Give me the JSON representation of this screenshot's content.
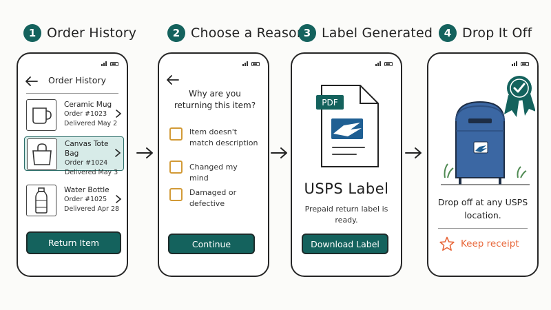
{
  "steps": [
    {
      "number": "1",
      "title": "Order History"
    },
    {
      "number": "2",
      "title": "Choose a Reason"
    },
    {
      "number": "3",
      "title": "Label Generated"
    },
    {
      "number": "4",
      "title": "Drop It Off"
    }
  ],
  "screen1": {
    "header": "Order History",
    "items": [
      {
        "name": "Ceramic Mug",
        "order": "Order #1023",
        "delivered": "Delivered May 2",
        "icon": "mug-icon",
        "selected": false
      },
      {
        "name": "Canvas Tote Bag",
        "order": "Order #1024",
        "delivered": "Delivered May 3",
        "icon": "tote-bag-icon",
        "selected": true
      },
      {
        "name": "Water Bottle",
        "order": "Order #1025",
        "delivered": "Delivered Apr 28",
        "icon": "water-bottle-icon",
        "selected": false
      }
    ],
    "button": "Return Item"
  },
  "screen2": {
    "question": "Why are you returning this item?",
    "reasons": [
      "Item doesn't match description",
      "Changed my mind",
      "Damaged or defective"
    ],
    "button": "Continue"
  },
  "screen3": {
    "doc_badge": "PDF",
    "title": "USPS Label",
    "subtitle": "Prepaid return label is ready.",
    "button": "Download Label"
  },
  "screen4": {
    "message": "Drop off at any USPS location.",
    "keep_label": "Keep receipt"
  },
  "colors": {
    "accent": "#14625d",
    "checkbox": "#d29a36",
    "highlight": "#d7ebe8",
    "keep": "#e8673a",
    "mailbox": "#3b67a3"
  }
}
